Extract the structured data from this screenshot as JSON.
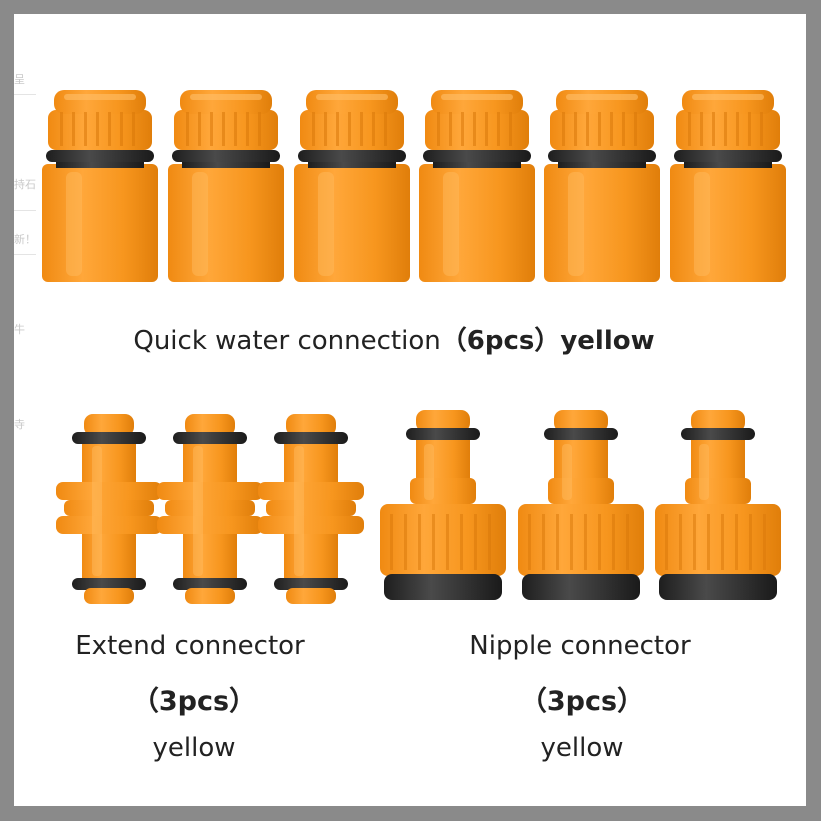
{
  "product_image": {
    "quick_connector": {
      "caption_name": "Quick water connection",
      "caption_count": "（6pcs）",
      "caption_color": "yellow",
      "count": 6
    },
    "extend_connector": {
      "title": "Extend connector",
      "count_label": "（3pcs）",
      "color_label": "yellow",
      "count": 3
    },
    "nipple_connector": {
      "title": "Nipple connector",
      "count_label": "（3pcs）",
      "color_label": "yellow",
      "count": 3
    },
    "colors": {
      "orange": "#f7961e",
      "orange_dark": "#e07e0a",
      "orange_light": "#ffb04a",
      "black_ring": "#2a2a2a"
    },
    "background_fragments": [
      "呈",
      "持石",
      "新！",
      "牛",
      "寺"
    ]
  }
}
